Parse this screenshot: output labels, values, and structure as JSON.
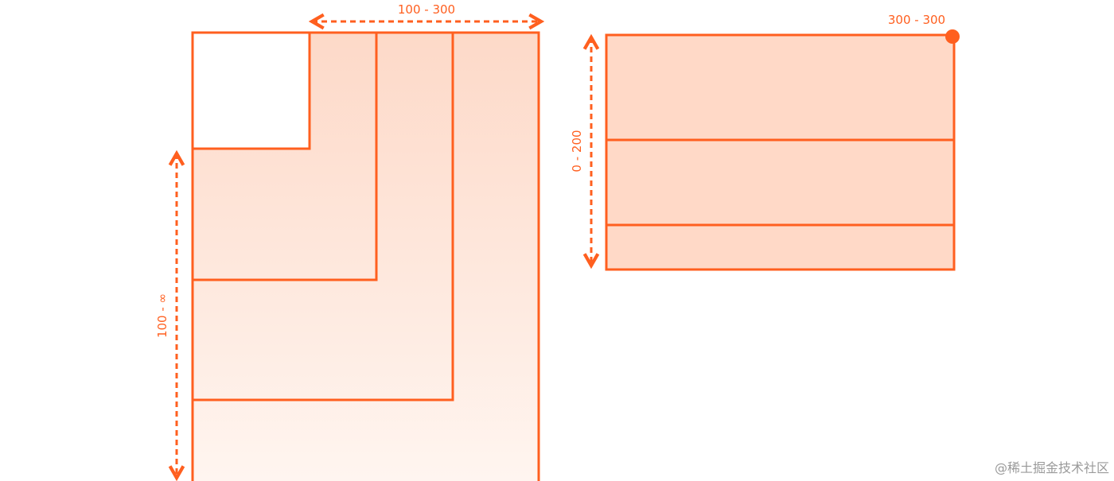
{
  "colors": {
    "stroke": "#ff5f1f",
    "fill_top": "#fdd9c8",
    "fill_bottom": "#fff6f1",
    "fill_solid": "#ffd9c7",
    "watermark": "#9a9a9a"
  },
  "left_diagram": {
    "width_range_label": "100 - 300",
    "height_range_label": "100 - ∞"
  },
  "right_diagram": {
    "corner_label": "300 - 300",
    "height_range_label": "0 - 200"
  },
  "watermark": "@稀土掘金技术社区"
}
